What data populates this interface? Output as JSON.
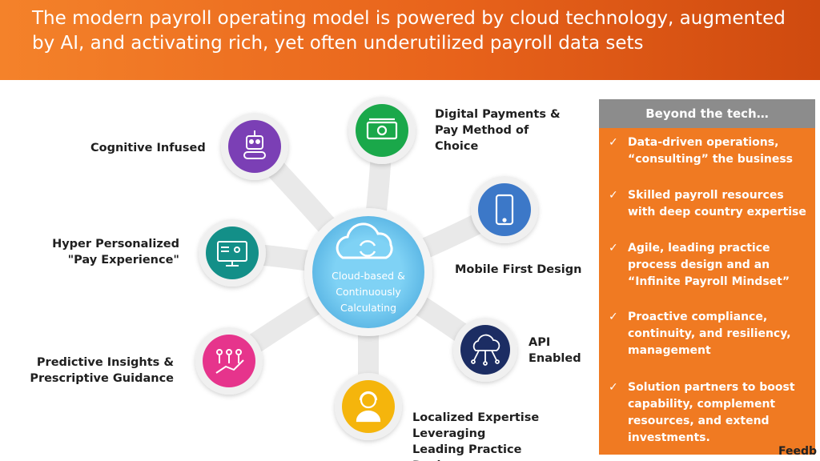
{
  "banner": {
    "title": "The modern payroll operating model is powered by cloud technology, augmented by AI, and activating rich, yet often underutilized payroll data sets"
  },
  "hub": {
    "label_line1": "Cloud-based &",
    "label_line2": "Continuously",
    "label_line3": "Calculating"
  },
  "nodes": [
    {
      "label": "Cognitive Infused",
      "icon": "robot-icon",
      "color": "#7b3fb5"
    },
    {
      "label": "Digital Payments &\nPay Method of\nChoice",
      "icon": "cash-icon",
      "color": "#1aa84a"
    },
    {
      "label": "Hyper Personalized\n\"Pay Experience\"",
      "icon": "monitor-user-icon",
      "color": "#138f88"
    },
    {
      "label": "Mobile First Design",
      "icon": "smartphone-icon",
      "color": "#3c78c8"
    },
    {
      "label": "API\nEnabled",
      "icon": "cloud-network-icon",
      "color": "#1c2d63"
    },
    {
      "label": "Predictive Insights &\nPrescriptive Guidance",
      "icon": "team-growth-icon",
      "color": "#e6348c"
    },
    {
      "label": "Localized Expertise\nLeveraging\nLeading Practice\nDesigns",
      "icon": "headset-person-icon",
      "color": "#f5b50c"
    }
  ],
  "sidebar": {
    "header": "Beyond the tech…",
    "check": "✓",
    "items": [
      "Data-driven operations, “consulting” the business",
      "Skilled payroll resources with deep country expertise",
      "Agile, leading practice process design and an “Infinite Payroll Mindset”",
      "Proactive compliance, continuity, and resiliency, management",
      "Solution partners to boost capability, complement resources, and extend investments."
    ]
  },
  "footer": {
    "cropped_text": "Feedb"
  }
}
